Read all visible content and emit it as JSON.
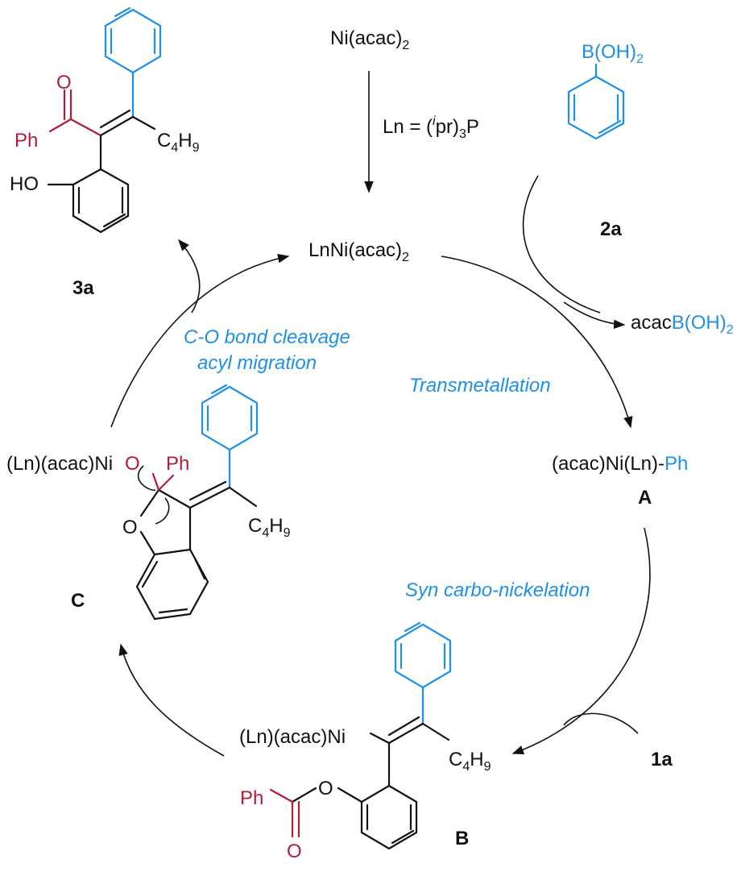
{
  "start_reagent": {
    "base": "Ni(acac)",
    "sub": "2"
  },
  "ligand_note": {
    "pre": "Ln = (",
    "sup": "i",
    "mid": "pr)",
    "sub": "3",
    "post": "P"
  },
  "catalyst": {
    "base": "LnNi(acac)",
    "sub": "2"
  },
  "boronic_acid": {
    "base": "B(OH)",
    "sub": "2",
    "id": "2a"
  },
  "byproduct": {
    "prefix": "acac",
    "base": "B(OH)",
    "sub": "2"
  },
  "intermediate_A": {
    "prefix": "(acac)Ni(Ln)-",
    "suffix": "Ph",
    "id": "A"
  },
  "intermediate_B": {
    "ni": "(Ln)(acac)Ni",
    "chain": "C",
    "chain_sub1": "4",
    "chain_mid": "H",
    "chain_sub2": "9",
    "acyl": "Ph",
    "o1": "O",
    "o2": "O",
    "id": "B"
  },
  "intermediate_C": {
    "ni": "(Ln)(acac)Ni",
    "o_red": "O",
    "ph": "Ph",
    "o_ring": "O",
    "chain": "C",
    "chain_sub1": "4",
    "chain_mid": "H",
    "chain_sub2": "9",
    "id": "C"
  },
  "product_3a": {
    "ph": "Ph",
    "o": "O",
    "ho": "HO",
    "chain": "C",
    "chain_sub1": "4",
    "chain_mid": "H",
    "chain_sub2": "9",
    "id": "3a"
  },
  "alkyne": {
    "id": "1a"
  },
  "steps": {
    "transmetallation": "Transmetallation",
    "carbo": "Syn carbo-nickelation",
    "cleavage_line1": "C-O bond cleavage",
    "cleavage_line2": "acyl migration"
  },
  "colors": {
    "blue": "#1e90e8",
    "red": "#b01c3a",
    "black": "#111111"
  }
}
